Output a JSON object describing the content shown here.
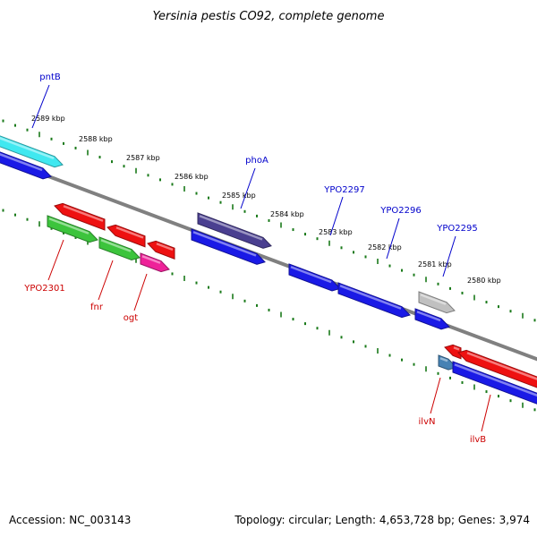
{
  "title": "Yersinia pestis CO92, complete genome",
  "footer": {
    "accession": "Accession: NC_003143",
    "topology": "Topology: circular; Length: 4,653,728 bp; Genes: 3,974"
  },
  "colors": {
    "backbone": "#808080",
    "ticks": "#1a7a1a",
    "forward_label": "#0000cc",
    "reverse_label": "#cc0000"
  },
  "kbp_ticks": [
    "2589 kbp",
    "2588 kbp",
    "2587 kbp",
    "2586 kbp",
    "2585 kbp",
    "2584 kbp",
    "2583 kbp",
    "2582 kbp",
    "2581 kbp",
    "2580 kbp"
  ],
  "genes": [
    {
      "name": "pntB",
      "strand": "forward",
      "color": "#40e8f0"
    },
    {
      "name": "",
      "strand": "forward",
      "color": "#1a1ae6"
    },
    {
      "name": "phoA",
      "strand": "forward",
      "color": "#4a3f90"
    },
    {
      "name": "",
      "strand": "forward",
      "color": "#1a1ae6"
    },
    {
      "name": "YPO2297",
      "strand": "forward",
      "color": "#1a1ae6"
    },
    {
      "name": "YPO2296",
      "strand": "forward",
      "color": "#1a1ae6"
    },
    {
      "name": "YPO2295",
      "strand": "forward",
      "color": "#1a1ae6"
    },
    {
      "name": "",
      "strand": "forward",
      "color": "#c0c0c0"
    },
    {
      "name": "YPO2301",
      "strand": "reverse",
      "color": "#3cc43c"
    },
    {
      "name": "",
      "strand": "reverse",
      "color": "#ee1111"
    },
    {
      "name": "fnr",
      "strand": "reverse",
      "color": "#3cc43c"
    },
    {
      "name": "",
      "strand": "reverse",
      "color": "#ee1111"
    },
    {
      "name": "ogt",
      "strand": "reverse",
      "color": "#ee2299"
    },
    {
      "name": "",
      "strand": "reverse",
      "color": "#ee1111"
    },
    {
      "name": "ilvN",
      "strand": "reverse",
      "color": "#4682b4"
    },
    {
      "name": "",
      "strand": "reverse",
      "color": "#ee1111"
    },
    {
      "name": "ilvB",
      "strand": "reverse",
      "color": "#1a1ae6"
    },
    {
      "name": "",
      "strand": "reverse",
      "color": "#ee1111"
    }
  ]
}
